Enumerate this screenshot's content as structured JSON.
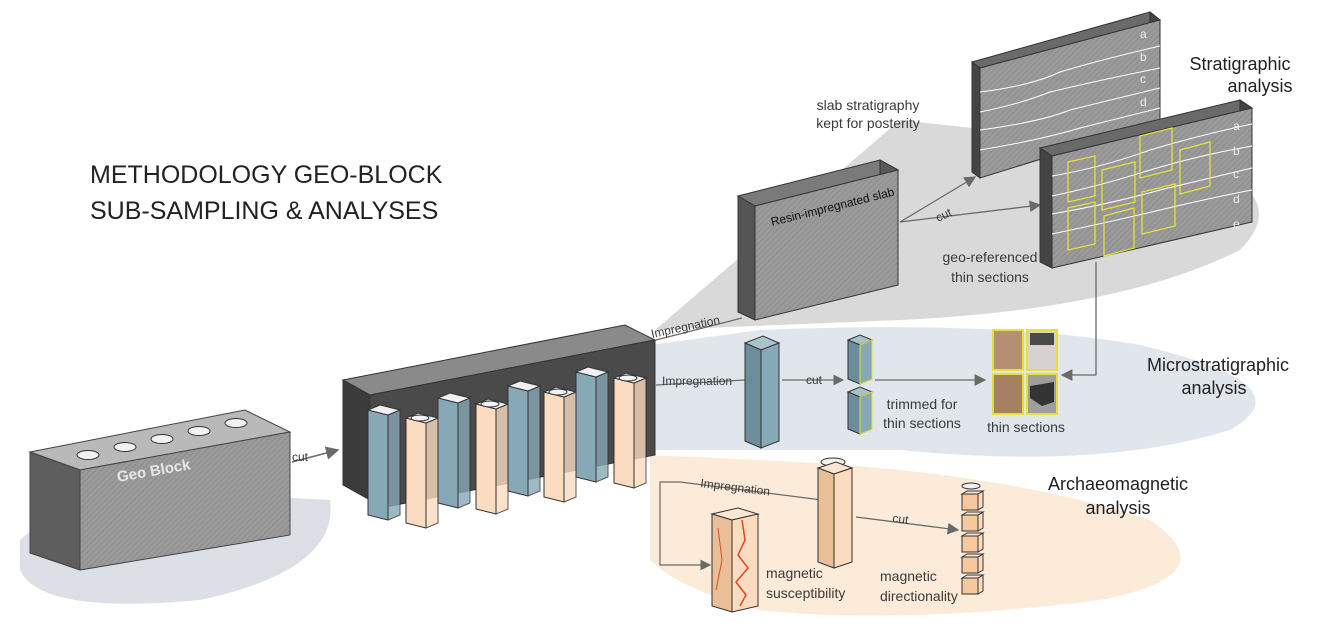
{
  "title": {
    "line1": "METHODOLOGY GEO-BLOCK",
    "line2": "SUB-SAMPLING & ANALYSES"
  },
  "geo_block": {
    "label": "Geo Block"
  },
  "arrows": {
    "cut_main": "cut",
    "impregnation_slab": "Impregnation",
    "cut_slab": "cut",
    "impregnation_micro": "Impregnation",
    "cut_micro": "cut",
    "impregnation_archaeo": "Impregnation",
    "cut_archaeo": "cut"
  },
  "stratigraphic": {
    "heading_line1": "Stratigraphic",
    "heading_line2": "analysis",
    "slab_label": "Resin-impregnated slab",
    "kept_line1": "slab stratigraphy",
    "kept_line2": "kept for posterity",
    "georef_line1": "geo-referenced",
    "georef_line2": "thin sections",
    "layers_top": [
      "a",
      "b",
      "c",
      "d"
    ],
    "layers_bottom": [
      "a",
      "b",
      "c",
      "d",
      "e"
    ]
  },
  "microstratigraphic": {
    "heading_line1": "Microstratigraphic",
    "heading_line2": "analysis",
    "trimmed_line1": "trimmed for",
    "trimmed_line2": "thin sections",
    "thin_sections": "thin sections"
  },
  "archaeomagnetic": {
    "heading_line1": "Archaeomagnetic",
    "heading_line2": "analysis",
    "susc_line1": "magnetic",
    "susc_line2": "susceptibility",
    "dir_line1": "magnetic",
    "dir_line2": "directionality"
  },
  "colors": {
    "block_dark": "#4a4a4a",
    "block_mid": "#8a8a8a",
    "block_light": "#b4b4b4",
    "micro_prism": "#87a8b6",
    "archaeo_prism": "#fbdcc0",
    "thin_section_frame": "#e5e234",
    "susceptibility_curve": "#e0481f",
    "strat_shadow": "#d5d5d5",
    "micro_shadow": "#e2e7ec",
    "archaeo_shadow": "#fcebd9"
  }
}
